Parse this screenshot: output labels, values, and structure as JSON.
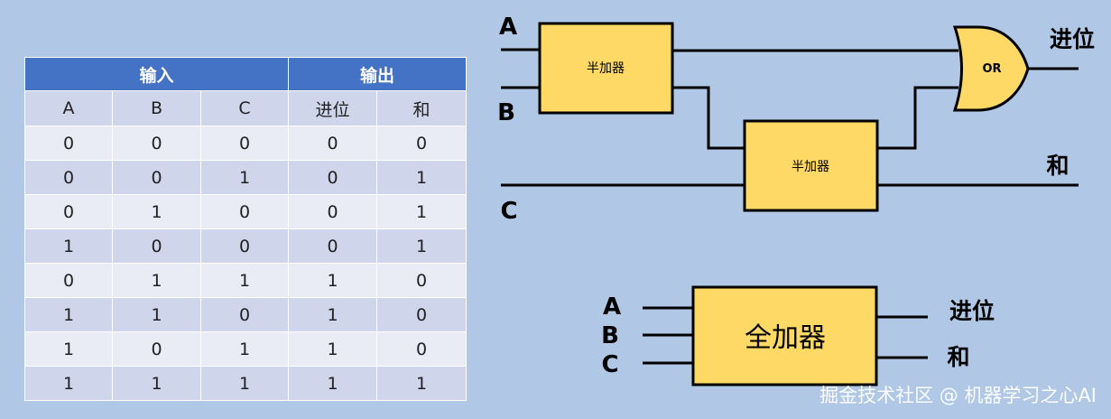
{
  "table": {
    "groups": {
      "input": "输入",
      "output": "输出"
    },
    "columns": [
      "A",
      "B",
      "C",
      "进位",
      "和"
    ],
    "rows": [
      [
        "0",
        "0",
        "0",
        "0",
        "0"
      ],
      [
        "0",
        "0",
        "1",
        "0",
        "1"
      ],
      [
        "0",
        "1",
        "0",
        "0",
        "1"
      ],
      [
        "1",
        "0",
        "0",
        "0",
        "1"
      ],
      [
        "0",
        "1",
        "1",
        "1",
        "0"
      ],
      [
        "1",
        "1",
        "0",
        "1",
        "0"
      ],
      [
        "1",
        "0",
        "1",
        "1",
        "0"
      ],
      [
        "1",
        "1",
        "1",
        "1",
        "1"
      ]
    ]
  },
  "circuit": {
    "input_a": "A",
    "input_b": "B",
    "input_c": "C",
    "half_adder_1": "半加器",
    "half_adder_2": "半加器",
    "or_gate": "OR",
    "carry_out": "进位",
    "sum_out": "和"
  },
  "full_adder": {
    "input_a": "A",
    "input_b": "B",
    "input_c": "C",
    "block": "全加器",
    "carry_out": "进位",
    "sum_out": "和"
  },
  "watermark": "掘金技术社区 @ 机器学习之心AI",
  "colors": {
    "background": "#b0c7e6",
    "header": "#4472c4",
    "row_dark": "#cfd5ea",
    "row_light": "#e9ebf5",
    "block_fill": "#ffd966"
  }
}
